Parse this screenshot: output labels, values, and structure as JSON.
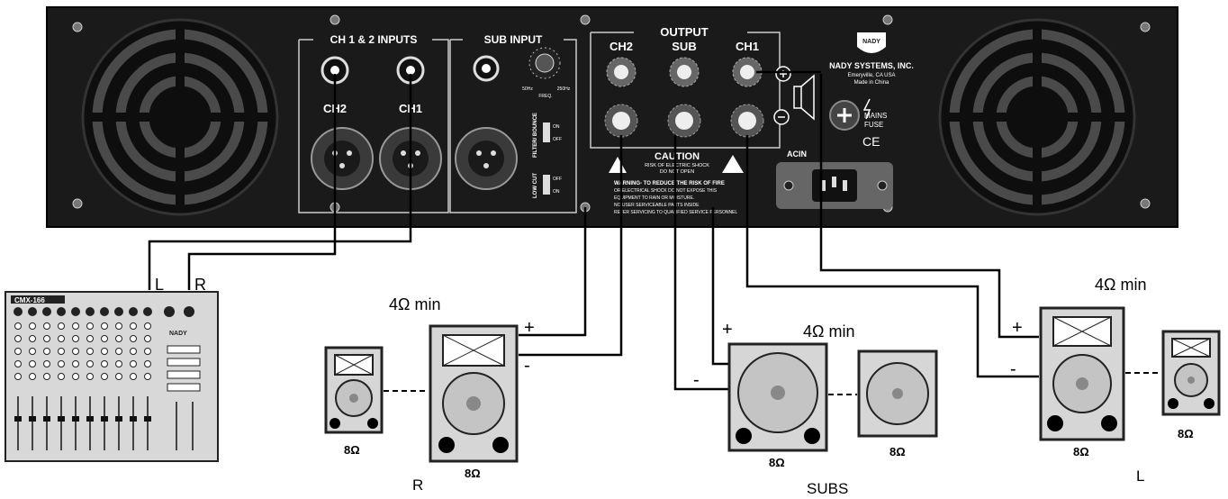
{
  "panel": {
    "inputs_title": "CH 1 & 2 INPUTS",
    "in_ch2": "CH2",
    "in_ch1": "CH1",
    "sub_title": "SUB INPUT",
    "freq_low": "50Hz",
    "freq_high": "250Hz",
    "freq_label": "FREQ.",
    "filter_label": "FILTER/ BOUNCE",
    "switch_on": "ON",
    "switch_off": "OFF",
    "lowcut_label": "LOW CUT",
    "output_title": "OUTPUT",
    "out_ch2": "CH2",
    "out_sub": "SUB",
    "out_ch1": "CH1",
    "brand_line1": "NADY SYSTEMS, INC.",
    "brand_line2": "Emeryville, CA USA",
    "brand_line3": "Made in China",
    "logo_text": "NADY",
    "mains_line1": "MAINS",
    "mains_line2": "FUSE",
    "ce_mark": "CE",
    "acin_label": "ACIN",
    "caution_title": "CAUTION",
    "caution_sub1": "RISK OF ELECTRIC SHOCK",
    "caution_sub2": "DO NOT OPEN",
    "warning_lines": [
      "WARNING- TO REDUCE THE RISK OF FIRE",
      "OR ELECTRICAL SHOCK DO NOT EXPOSE THIS",
      "EQUIPMENT TO RAIN OR MOISTURE.",
      "NO USER SERVICEABLE PARTS INSIDE",
      "REFER SERVICING TO QUALIFIED SERVICE PERSONNEL"
    ]
  },
  "mixer": {
    "model": "CMX-166",
    "brand": "NADY",
    "left_label": "L",
    "right_label": "R"
  },
  "diagram": {
    "left_group": {
      "impedance_min": "4Ω min",
      "plus": "+",
      "minus": "-",
      "main_ohms": "8Ω",
      "small_ohms": "8Ω",
      "group_label": "R"
    },
    "sub_group": {
      "impedance_min": "4Ω min",
      "plus": "+",
      "minus": "-",
      "main_ohms": "8Ω",
      "small_ohms": "8Ω",
      "group_label": "SUBS"
    },
    "right_group": {
      "impedance_min": "4Ω min",
      "plus": "+",
      "minus": "-",
      "main_ohms": "8Ω",
      "small_ohms": "8Ω",
      "group_label": "L"
    }
  },
  "colors": {
    "panel": "#1a1a1a",
    "panel_text": "#ffffff",
    "cable": "#000000",
    "speaker_cabinet": "#d6d6d6"
  }
}
